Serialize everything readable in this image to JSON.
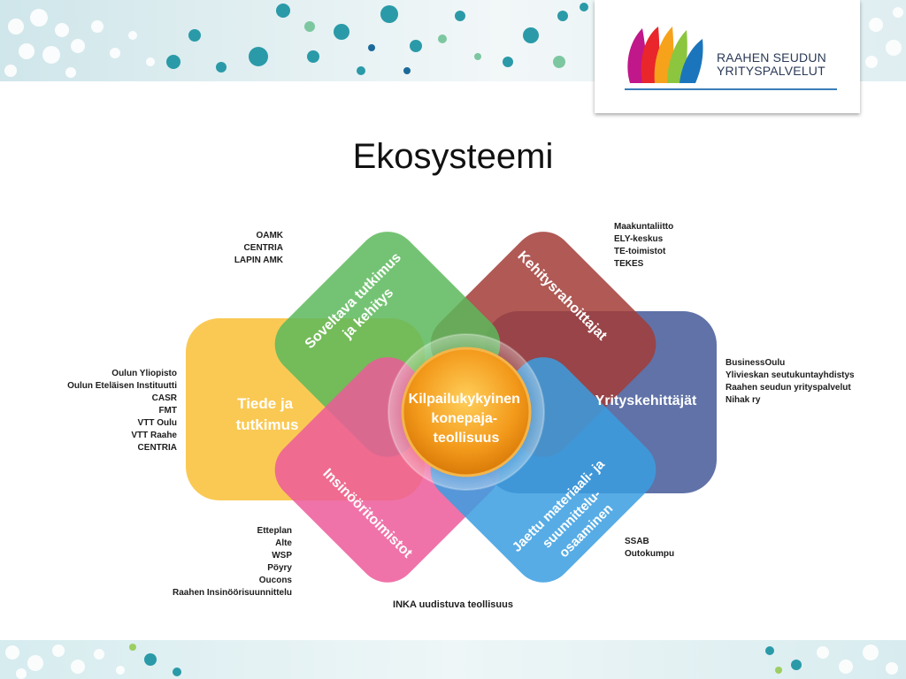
{
  "slide": {
    "title": "Ekosysteemi",
    "caption": "INKA uudistuva teollisuus"
  },
  "logo": {
    "line1": "RAAHEN SEUDUN",
    "line2": "YRITYSPALVELUT",
    "colors": [
      "#c0178a",
      "#e9262b",
      "#f7a21b",
      "#8cc63f",
      "#1b75bc"
    ]
  },
  "center": {
    "lines": [
      "Kilpailukykyinen",
      "konepaja-",
      "teollisuus"
    ],
    "color": "#f39a1b"
  },
  "petals": {
    "tiede": {
      "lines": [
        "Tiede ja",
        "tutkimus"
      ],
      "color": "#f9c23c"
    },
    "soveltava": {
      "lines": [
        "Soveltava tutkimus",
        "ja kehitys"
      ],
      "color": "#5cb85c"
    },
    "kehitys_rahoittajat": {
      "lines": [
        "Kehitysrahoittajat"
      ],
      "color": "#a23c37"
    },
    "yrityskehittajat": {
      "lines": [
        "Yrityskehittäjät"
      ],
      "color": "#4a5f9b"
    },
    "jaettu": {
      "lines": [
        "Jaettu materiaali- ja",
        "suunnittelu-",
        "osaaminen"
      ],
      "color": "#3a9ee0"
    },
    "insinooritoimistot": {
      "lines": [
        "Insinööritoimistot"
      ],
      "color": "#ec5a9a"
    }
  },
  "lists": {
    "top_left": [
      "OAMK",
      "CENTRIA",
      "LAPIN AMK"
    ],
    "left": [
      "Oulun Yliopisto",
      "Oulun Eteläisen Instituutti",
      "CASR",
      "FMT",
      "VTT Oulu",
      "VTT Raahe",
      "CENTRIA"
    ],
    "bottom_left": [
      "Etteplan",
      "Alte",
      "WSP",
      "Pöyry",
      "Oucons",
      "Raahen Insinöörisuunnittelu"
    ],
    "top_right": [
      "Maakuntaliitto",
      "ELY-keskus",
      "TE-toimistot",
      "TEKES"
    ],
    "right": [
      "BusinessOulu",
      "Ylivieskan seutukuntayhdistys",
      "Raahen  seudun yrityspalvelut",
      "Nihak ry"
    ],
    "bottom_right": [
      "SSAB",
      "Outokumpu"
    ]
  }
}
